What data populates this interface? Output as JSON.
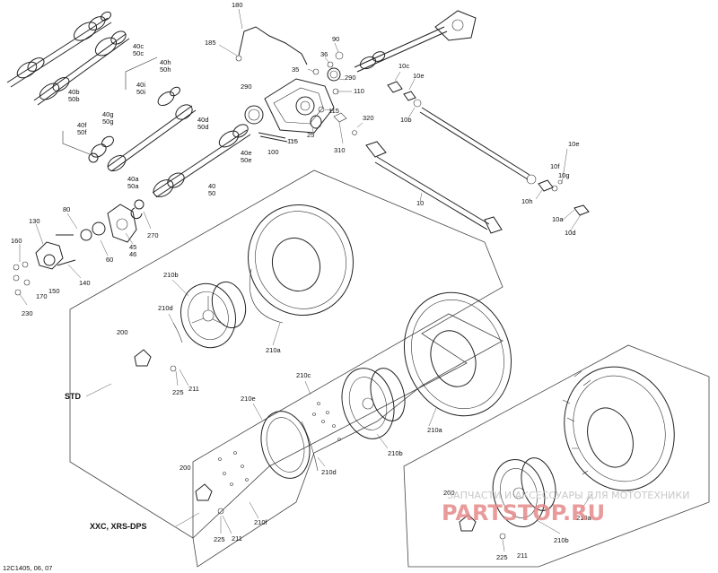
{
  "diagram_id": "12C1405, 06, 07",
  "sections": {
    "std": "STD",
    "xxc": "XXC, XRS-DPS"
  },
  "watermark": {
    "text": "ЗАПЧАСТИ И АКСЕССУАРЫ ДЛЯ МОТОТЕХНИКИ",
    "logo": "PARTSTOP.RU"
  },
  "labels": {
    "l180": "180",
    "l185": "185",
    "l90": "90",
    "l36": "36",
    "l35": "35",
    "l290a": "290",
    "l290b": "290",
    "l110": "110",
    "l115a": "115",
    "l115b": "115",
    "l100": "100",
    "l25": "25",
    "l310": "310",
    "l320": "320",
    "l10c_top": "10c",
    "l10e_top": "10e",
    "l10b": "10b",
    "l10": "10",
    "l10e_r": "10e",
    "l10f": "10f",
    "l10g": "10g",
    "l10h": "10h",
    "l10a": "10a",
    "l10d": "10d",
    "l40c": "40c",
    "l50c": "50c",
    "l40h": "40h",
    "l50h": "50h",
    "l40i": "40i",
    "l50i": "50i",
    "l40b": "40b",
    "l50b": "50b",
    "l40g": "40g",
    "l50g": "50g",
    "l40f": "40f",
    "l50f": "50f",
    "l40d": "40d",
    "l50d": "50d",
    "l40a": "40a",
    "l50a": "50a",
    "l40e": "40e",
    "l50e": "50e",
    "l40": "40",
    "l50": "50",
    "l80": "80",
    "l130": "130",
    "l160": "160",
    "l170": "170",
    "l150": "150",
    "l230": "230",
    "l140": "140",
    "l60": "60",
    "l45": "45",
    "l46": "46",
    "l270": "270",
    "l210b_std": "210b",
    "l210d_std": "210d",
    "l210a_std": "210a",
    "l200_std": "200",
    "l225_std": "225",
    "l211_std": "211",
    "l210c": "210c",
    "l210e": "210e",
    "l210d_x": "210d",
    "l210b_x": "210b",
    "l210a_x": "210a",
    "l210f": "210f",
    "l200_x": "200",
    "l225_x": "225",
    "l211_x": "211",
    "l200_r": "200",
    "l210a_r": "210a",
    "l210b_r": "210b",
    "l211_r": "211",
    "l225_r": "225"
  }
}
